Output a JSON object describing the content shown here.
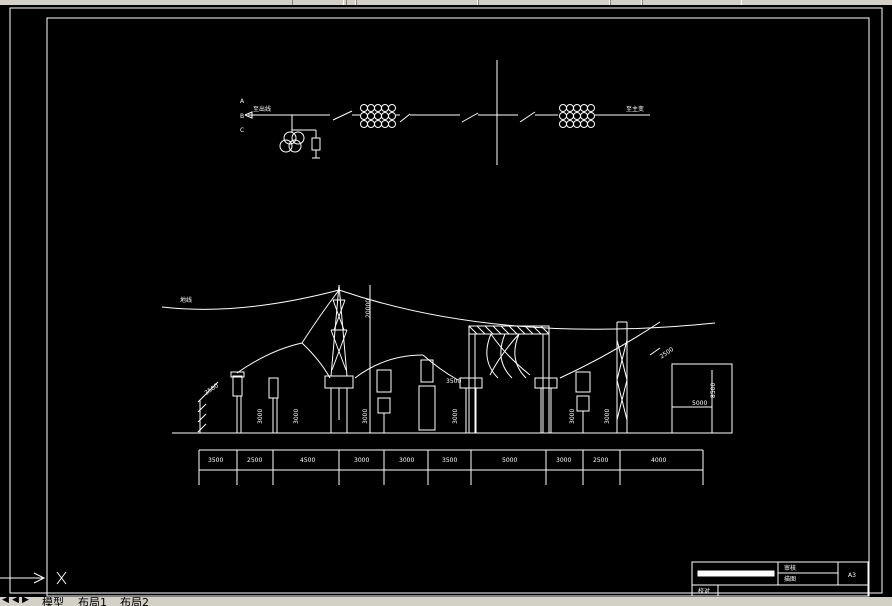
{
  "window": {
    "tabs": [
      "模型",
      "布局1",
      "布局2"
    ]
  },
  "schematic": {
    "phases": [
      "A",
      "B",
      "C"
    ],
    "left_label": "至出线",
    "right_label": "至主变"
  },
  "elevation": {
    "ground_wire_label": "地线",
    "dimensions_top": [
      "3500",
      "3500",
      "2500"
    ],
    "heights": [
      "3000",
      "3000",
      "3000",
      "3000",
      "3000",
      "3000"
    ],
    "tower_height": "20000",
    "right_box_width": "5000",
    "right_box_height": "8500",
    "spans": [
      "3500",
      "2500",
      "4500",
      "3000",
      "3000",
      "3500",
      "5000",
      "3000",
      "2500",
      "4000"
    ]
  },
  "titleblock": {
    "cells": [
      "审核",
      "描图",
      "校对",
      "A3"
    ]
  },
  "colors": {
    "background": "#000000",
    "lines": "#ffffff",
    "toolbar": "#d4d0c8"
  }
}
